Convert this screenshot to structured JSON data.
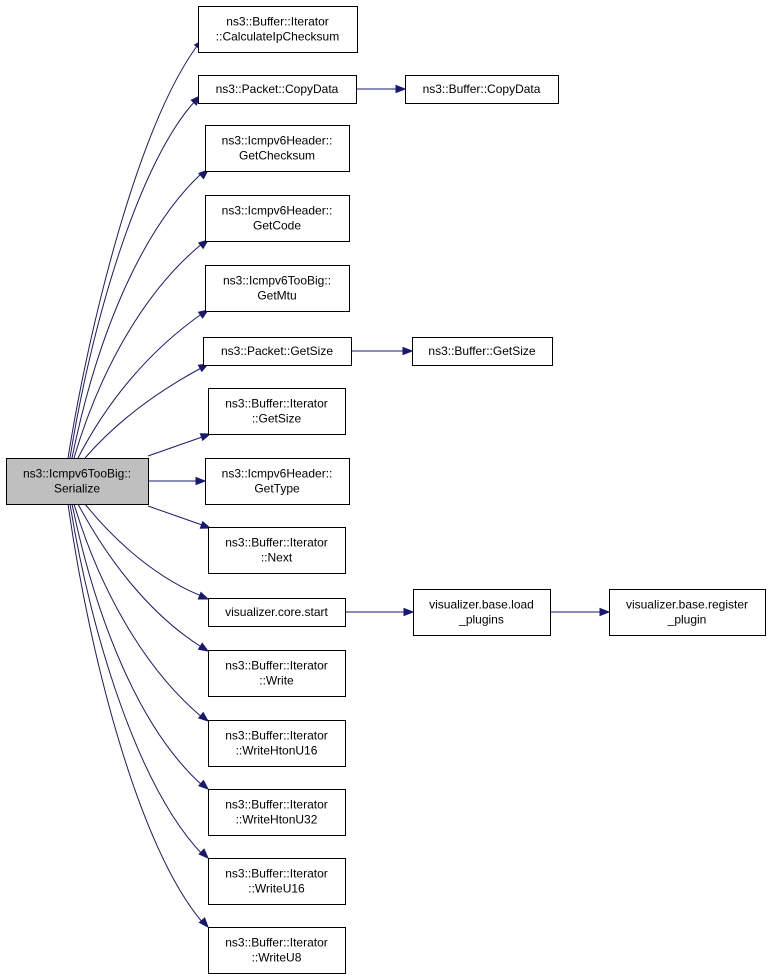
{
  "nodes": [
    {
      "id": "root",
      "lines": [
        "ns3::Icmpv6TooBig::",
        "Serialize"
      ],
      "root": true
    },
    {
      "id": "calc_ip_checksum",
      "lines": [
        "ns3::Buffer::Iterator",
        "::CalculateIpChecksum"
      ]
    },
    {
      "id": "packet_copydata",
      "lines": [
        "ns3::Packet::CopyData"
      ]
    },
    {
      "id": "buffer_copydata",
      "lines": [
        "ns3::Buffer::CopyData"
      ]
    },
    {
      "id": "get_checksum",
      "lines": [
        "ns3::Icmpv6Header::",
        "GetChecksum"
      ]
    },
    {
      "id": "get_code",
      "lines": [
        "ns3::Icmpv6Header::",
        "GetCode"
      ]
    },
    {
      "id": "get_mtu",
      "lines": [
        "ns3::Icmpv6TooBig::",
        "GetMtu"
      ]
    },
    {
      "id": "packet_getsize",
      "lines": [
        "ns3::Packet::GetSize"
      ]
    },
    {
      "id": "buffer_getsize",
      "lines": [
        "ns3::Buffer::GetSize"
      ]
    },
    {
      "id": "iterator_getsize",
      "lines": [
        "ns3::Buffer::Iterator",
        "::GetSize"
      ]
    },
    {
      "id": "get_type",
      "lines": [
        "ns3::Icmpv6Header::",
        "GetType"
      ]
    },
    {
      "id": "iterator_next",
      "lines": [
        "ns3::Buffer::Iterator",
        "::Next"
      ]
    },
    {
      "id": "viz_core_start",
      "lines": [
        "visualizer.core.start"
      ]
    },
    {
      "id": "viz_load_plugins",
      "lines": [
        "visualizer.base.load",
        "_plugins"
      ]
    },
    {
      "id": "viz_register_plugin",
      "lines": [
        "visualizer.base.register",
        "_plugin"
      ]
    },
    {
      "id": "iterator_write",
      "lines": [
        "ns3::Buffer::Iterator",
        "::Write"
      ]
    },
    {
      "id": "write_htonu16",
      "lines": [
        "ns3::Buffer::Iterator",
        "::WriteHtonU16"
      ]
    },
    {
      "id": "write_htonu32",
      "lines": [
        "ns3::Buffer::Iterator",
        "::WriteHtonU32"
      ]
    },
    {
      "id": "write_u16",
      "lines": [
        "ns3::Buffer::Iterator",
        "::WriteU16"
      ]
    },
    {
      "id": "write_u8",
      "lines": [
        "ns3::Buffer::Iterator",
        "::WriteU8"
      ]
    }
  ],
  "edges": [
    {
      "from": "root",
      "to": "calc_ip_checksum"
    },
    {
      "from": "root",
      "to": "packet_copydata"
    },
    {
      "from": "root",
      "to": "get_checksum"
    },
    {
      "from": "root",
      "to": "get_code"
    },
    {
      "from": "root",
      "to": "get_mtu"
    },
    {
      "from": "root",
      "to": "packet_getsize"
    },
    {
      "from": "root",
      "to": "iterator_getsize"
    },
    {
      "from": "root",
      "to": "get_type"
    },
    {
      "from": "root",
      "to": "iterator_next"
    },
    {
      "from": "root",
      "to": "viz_core_start"
    },
    {
      "from": "root",
      "to": "iterator_write"
    },
    {
      "from": "root",
      "to": "write_htonu16"
    },
    {
      "from": "root",
      "to": "write_htonu32"
    },
    {
      "from": "root",
      "to": "write_u16"
    },
    {
      "from": "root",
      "to": "write_u8"
    },
    {
      "from": "packet_copydata",
      "to": "buffer_copydata"
    },
    {
      "from": "packet_getsize",
      "to": "buffer_getsize"
    },
    {
      "from": "viz_core_start",
      "to": "viz_load_plugins"
    },
    {
      "from": "viz_load_plugins",
      "to": "viz_register_plugin"
    }
  ],
  "colors": {
    "edge": "#191970",
    "root_fill": "#bfbfbf",
    "node_fill": "#ffffff",
    "node_border": "#000000"
  }
}
